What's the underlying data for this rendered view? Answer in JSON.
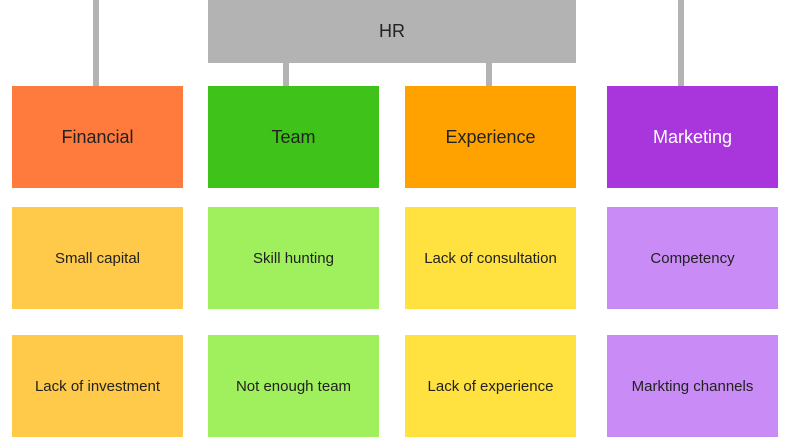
{
  "hr": {
    "label": "HR",
    "color": "#b3b3b3"
  },
  "columns": [
    {
      "title": "Financial",
      "header_color": "#ff7a3d",
      "note_color": "#ffc94a",
      "notes": [
        "Small capital",
        "Lack of investment"
      ]
    },
    {
      "title": "Team",
      "header_color": "#3fc219",
      "note_color": "#a0ef5c",
      "notes": [
        "Skill hunting",
        "Not enough team"
      ]
    },
    {
      "title": "Experience",
      "header_color": "#ffa200",
      "note_color": "#ffe140",
      "notes": [
        "Lack of consultation",
        "Lack of experience"
      ]
    },
    {
      "title": "Marketing",
      "header_color": "#a935dd",
      "note_color": "#c98bf5",
      "notes": [
        "Competency",
        "Markting channels"
      ]
    }
  ]
}
